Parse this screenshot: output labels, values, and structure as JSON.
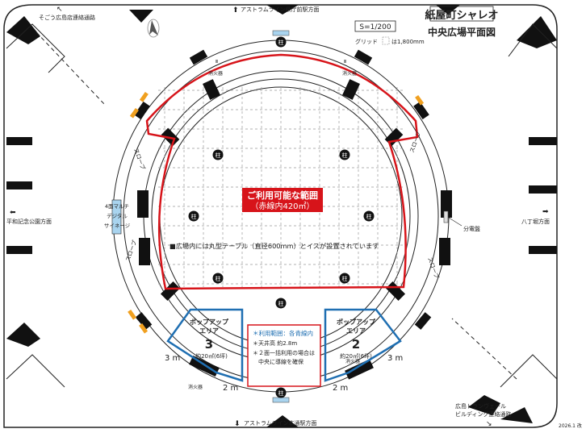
{
  "title": {
    "brand": "紙屋町シャレオ",
    "subtitle": "中央広場平面図"
  },
  "scale": "S=1/200",
  "grid_note": {
    "prefix": "グリッド",
    "suffix": "は1,800mm"
  },
  "directions": {
    "north": "アストラムライン県庁前駅方面",
    "south": "アストラムライン本通駅方面",
    "west": "平和記念公園方面",
    "east": "八丁堀方面",
    "northwest": "そごう広島店連絡通路",
    "southeast_line1": "広島トランヴェール",
    "southeast_line2": "ビルディング連絡通路"
  },
  "usable_area": {
    "line1": "ご利用可能な範囲",
    "line2": "（赤線内420㎡）"
  },
  "table_note": "■広場内には丸型テーブル（直径600mm）とイスが設置されています",
  "pillar_label": "柱",
  "extinguisher_label": "消火器",
  "extinguisher_mark": "Ⅲ",
  "slope_label": "スロープ",
  "panel_label": "分電盤",
  "signage": {
    "line1": "4面マルチ",
    "line2": "デジタル",
    "line3": "サイネージ"
  },
  "popup3": {
    "line1": "ポップアップ",
    "line2": "エリア",
    "number": "3",
    "size": "約20㎡(6坪)",
    "dim_side": "3 m",
    "dim_bottom": "2 m"
  },
  "popup2": {
    "line1": "ポップアップ",
    "line2": "エリア",
    "number": "2",
    "size": "約20㎡(6坪)",
    "dim_side": "3 m",
    "dim_bottom": "2 m"
  },
  "popup_note": {
    "line1": "＊利用範囲：各青線内",
    "line2": "＊天井高 約2.8m",
    "line3": "＊２面一括利用の場合は",
    "line4": "中央に導線を確保"
  },
  "revision": "2026.1 改",
  "colors": {
    "boundary": "#d7141a",
    "popup": "#1f6fb2",
    "signage": "#a9d4ef",
    "accent_orange": "#f0a020"
  }
}
